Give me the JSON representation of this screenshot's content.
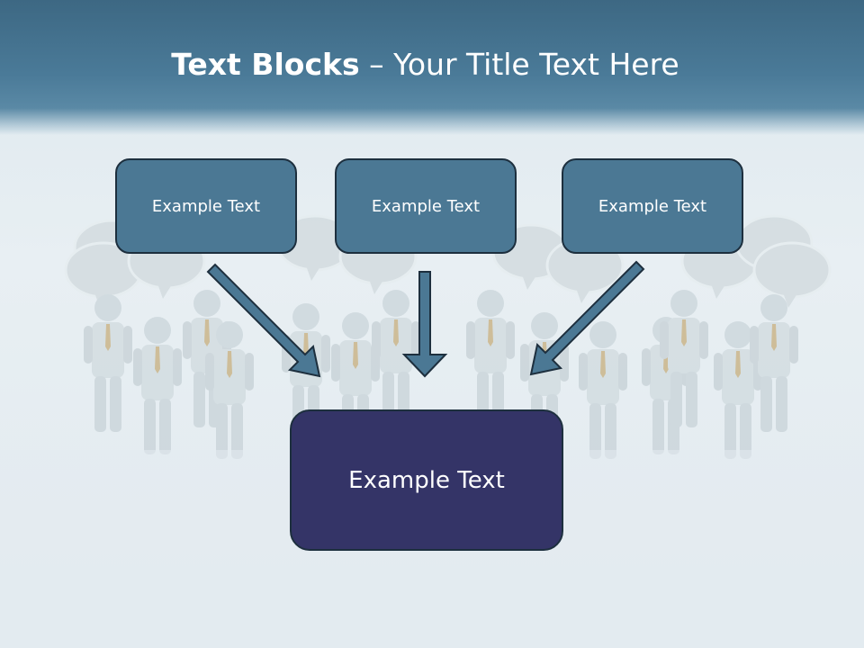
{
  "title": {
    "bold": "Text Blocks",
    "dash": " – ",
    "rest": "Your Title Text Here"
  },
  "boxes": {
    "top": [
      {
        "label": "Example Text"
      },
      {
        "label": "Example Text"
      },
      {
        "label": "Example Text"
      }
    ],
    "bottom": {
      "label": "Example Text"
    }
  },
  "colors": {
    "header": "#4a7a98",
    "small_box": "#4b7894",
    "big_box": "#343467",
    "arrow": "#4b7894"
  }
}
